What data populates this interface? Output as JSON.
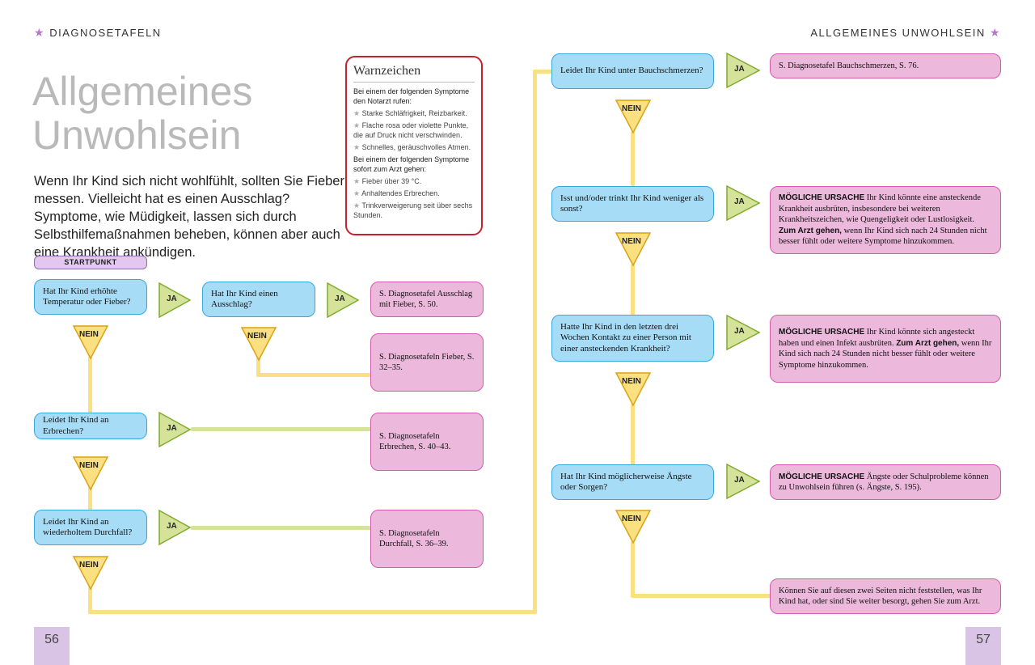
{
  "header": {
    "left": "DIAGNOSETAFELN",
    "right": "ALLGEMEINES UNWOHLSEIN",
    "star": "★"
  },
  "title": {
    "line1": "Allgemeines",
    "line2": "Unwohlsein"
  },
  "intro": "Wenn Ihr Kind sich nicht wohlfühlt, sollten Sie Fieber messen. Vielleicht hat es einen Ausschlag? Symptome, wie Müdigkeit, lassen sich durch Selbsthilfemaßnahmen beheben, können aber auch eine Krankheit ankündigen.",
  "warning": {
    "title": "Warnzeichen",
    "intro1": "Bei einem der folgenden Symptome den Notarzt rufen:",
    "items1": [
      "Starke Schläfrigkeit, Reizbarkeit.",
      "Flache rosa oder violette Punkte, die auf Druck nicht verschwinden.",
      "Schnelles, geräuschvolles Atmen."
    ],
    "intro2": "Bei einem der folgenden Symptome sofort zum Arzt gehen:",
    "items2": [
      "Fieber über 39 °C.",
      "Anhaltendes Erbrechen.",
      "Trinkverweigerung seit über sechs Stunden."
    ]
  },
  "start_label": "STARTPUNKT",
  "labels": {
    "yes": "JA",
    "no": "NEIN"
  },
  "questions": {
    "q1": "Hat Ihr Kind erhöhte Temperatur oder Fieber?",
    "q2": "Hat Ihr Kind einen Ausschlag?",
    "q3": "Leidet Ihr Kind an Erbrechen?",
    "q4": "Leidet Ihr Kind an wiederholtem Durchfall?",
    "q5": "Leidet Ihr Kind unter Bauchschmerzen?",
    "q6": "Isst und/oder trinkt Ihr Kind weniger als sonst?",
    "q7": "Hatte Ihr Kind in den letzten drei Wochen Kontakt zu einer Person mit einer ansteckenden Krankheit?",
    "q8": "Hat Ihr Kind möglicherweise Ängste oder Sorgen?"
  },
  "results": {
    "r1": "S. Diagnosetafel Ausschlag mit Fieber, S. 50.",
    "r2": "S. Diagnosetafeln Fieber, S. 32–35.",
    "r3": "S. Diagnosetafeln Erbrechen, S. 40–43.",
    "r4": "S. Diagnosetafeln Durchfall, S. 36–39.",
    "r5": "S. Diagnosetafel Bauchschmerzen, S. 76.",
    "r6": {
      "cause_label": "MÖGLICHE URSACHE",
      "cause": "Ihr Kind könnte eine ansteckende Krankheit ausbrüten, insbesondere bei weiteren Krankheitszeichen, wie Quengeligkeit oder Lustlosigkeit.",
      "action_label": "Zum Arzt gehen,",
      "action": "wenn Ihr Kind sich nach 24 Stunden nicht besser fühlt oder weitere Symptome hinzukommen."
    },
    "r7": {
      "cause_label": "MÖGLICHE URSACHE",
      "cause": "Ihr Kind könnte sich angesteckt haben und einen Infekt ausbrüten.",
      "action_label": "Zum Arzt gehen,",
      "action": "wenn Ihr Kind sich nach 24 Stunden nicht besser fühlt oder weitere Symptome hinzukommen."
    },
    "r8": {
      "cause_label": "MÖGLICHE URSACHE",
      "cause": "Ängste oder Schulprobleme können zu Unwohlsein führen (s. Ängste, S. 195)."
    },
    "r9": "Können Sie auf diesen zwei Seiten nicht feststellen, was Ihr Kind hat, oder sind Sie weiter besorgt, gehen Sie zum Arzt."
  },
  "pages": {
    "left": "56",
    "right": "57"
  },
  "colors": {
    "question_fill": "#a7dcf7",
    "result_fill": "#ecb8dc",
    "yes_fill": "#d5e39a",
    "no_fill": "#fbe081",
    "warning_border": "#c8202c"
  }
}
